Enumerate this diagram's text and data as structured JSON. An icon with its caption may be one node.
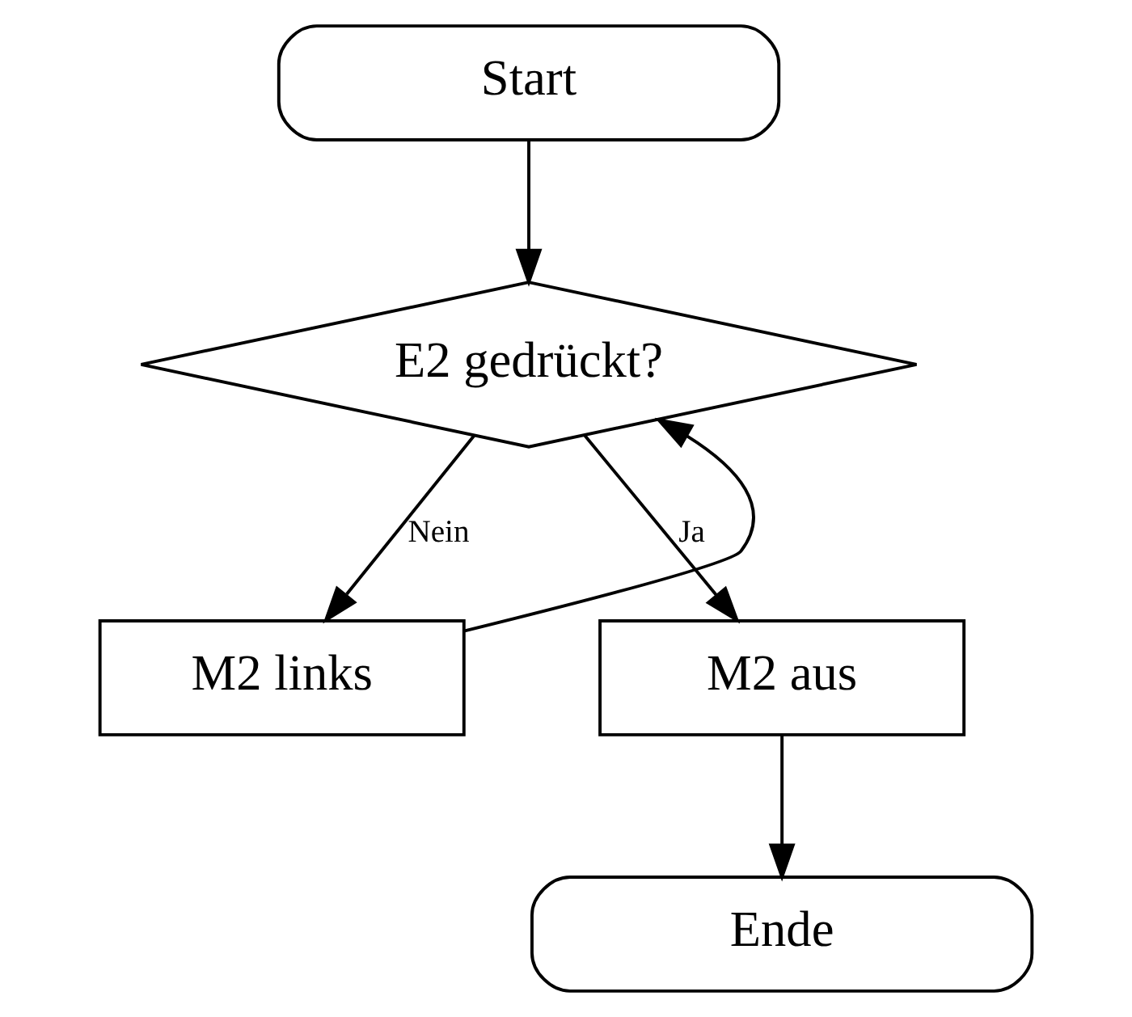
{
  "diagram": {
    "nodes": [
      {
        "text": [
          "Start"
        ]
      },
      {
        "text": [
          "E2 gedrückt?"
        ]
      },
      {
        "text": [
          "M2 links"
        ]
      },
      {
        "text": [
          "M2 aus"
        ]
      },
      {
        "text": [
          "Ende"
        ]
      }
    ],
    "edges": [
      {
        "from": 0,
        "to": 1,
        "arrow": "to"
      },
      {
        "from": 1,
        "to": 2,
        "arrow": "to",
        "label": "Nein"
      },
      {
        "from": 1,
        "to": 3,
        "arrow": "to",
        "label": "Ja"
      },
      {
        "from": 2,
        "to": 1,
        "arrow": "to"
      },
      {
        "from": 3,
        "to": 4,
        "arrow": "to"
      }
    ]
  }
}
